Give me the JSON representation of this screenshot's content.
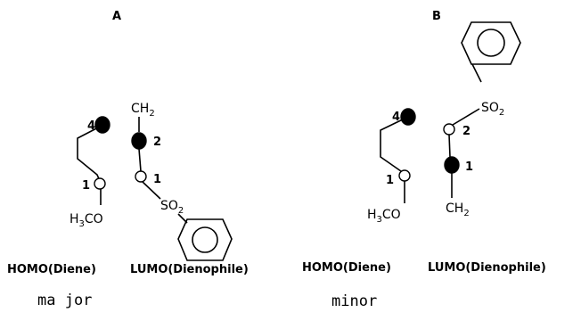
{
  "panels": {
    "A": {
      "label": "A",
      "diene_positions": [
        "4",
        "1"
      ],
      "dienophile_positions": [
        "2",
        "1"
      ],
      "methoxy": {
        "main": "H",
        "sub": "3",
        "rest": "CO"
      },
      "methylene": {
        "main": "CH",
        "sub": "2"
      },
      "sulfonyl": {
        "main": "SO",
        "sub": "2"
      },
      "caption_homo": "HOMO(Diene)",
      "caption_lumo": "LUMO(Dienophile)",
      "note": "ma jor"
    },
    "B": {
      "label": "B",
      "diene_positions": [
        "4",
        "1"
      ],
      "dienophile_positions": [
        "2",
        "1"
      ],
      "methoxy": {
        "main": "H",
        "sub": "3",
        "rest": "CO"
      },
      "methylene": {
        "main": "CH",
        "sub": "2"
      },
      "sulfonyl": {
        "main": "SO",
        "sub": "2"
      },
      "caption_homo": "HOMO(Diene)",
      "caption_lumo": "LUMO(Dienophile)",
      "note": "minor"
    }
  },
  "colors": {
    "ink": "#000000",
    "background": "#ffffff"
  }
}
